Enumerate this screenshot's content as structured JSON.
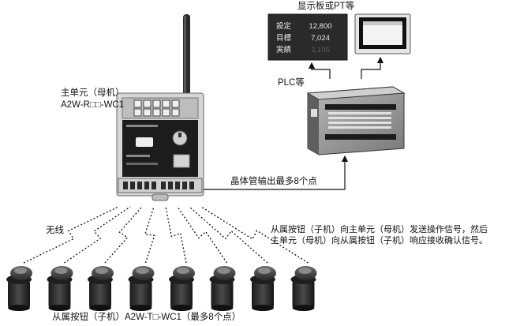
{
  "main_unit": {
    "title": "主单元（母机）",
    "model": "A2W-R□□-WC1"
  },
  "display": {
    "title": "显示板或PT等",
    "rows": [
      {
        "label": "設定",
        "value": "12,800"
      },
      {
        "label": "目標",
        "value": "7,024"
      },
      {
        "label": "実績",
        "value": "3,105"
      }
    ]
  },
  "plc": {
    "label": "PLC等"
  },
  "output": {
    "label": "晶体管输出最多8个点"
  },
  "wireless": {
    "label": "无线"
  },
  "description": {
    "line1": "从属按钮（子机）向主单元（母机）发送操作信号，然后",
    "line2": "主单元（母机）向从属按钮（子机）响应接收确认信号。"
  },
  "slaves": {
    "label": "从属按钮（子机）A2W-T□-WC1（最多8个点）",
    "count": 8
  }
}
